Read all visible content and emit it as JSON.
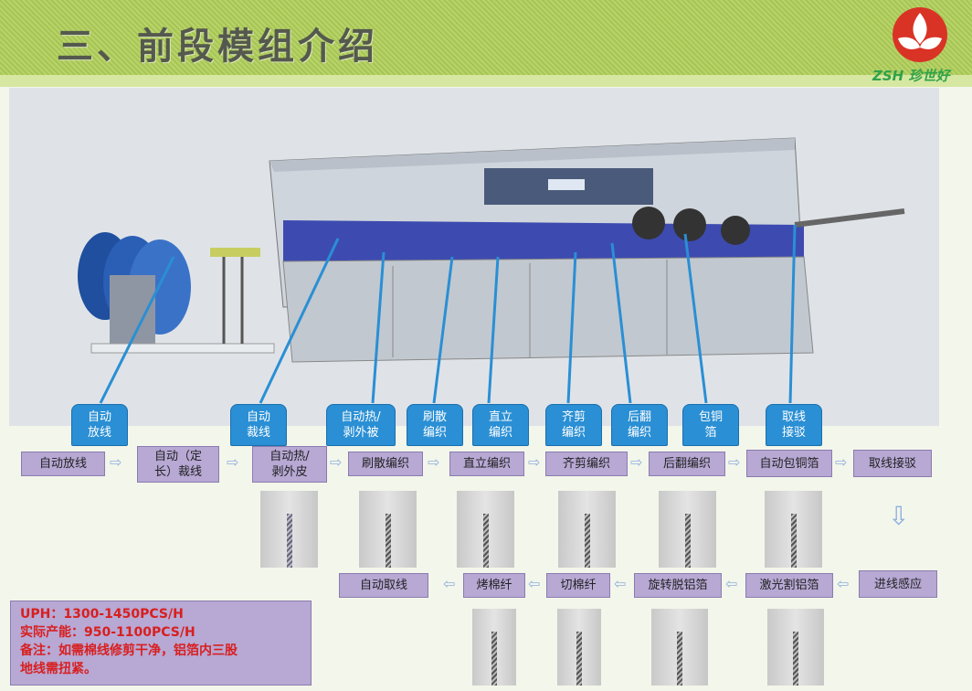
{
  "slide": {
    "title": "三、前段模组介绍",
    "logo_text": "ZSH 珍世好"
  },
  "callouts": [
    {
      "label": "自动\n放线"
    },
    {
      "label": "自动\n裁线"
    },
    {
      "label": "自动热/\n剥外被"
    },
    {
      "label": "刷散\n编织"
    },
    {
      "label": "直立\n编织"
    },
    {
      "label": "齐剪\n编织"
    },
    {
      "label": "后翻\n编织"
    },
    {
      "label": "包铜\n箔"
    },
    {
      "label": "取线\n接驳"
    }
  ],
  "process_row1": [
    {
      "label": "自动放线"
    },
    {
      "label": "自动（定\n长）裁线"
    },
    {
      "label": "自动热/\n剥外皮"
    },
    {
      "label": "刷散编织"
    },
    {
      "label": "直立编织"
    },
    {
      "label": "齐剪编织"
    },
    {
      "label": "后翻编织"
    },
    {
      "label": "自动包铜箔"
    },
    {
      "label": "取线接驳"
    }
  ],
  "process_row2": [
    {
      "label": "自动取线"
    },
    {
      "label": "烤棉纤"
    },
    {
      "label": "切棉纤"
    },
    {
      "label": "旋转脱铝箔"
    },
    {
      "label": "激光割铝箔"
    },
    {
      "label": "进线感应"
    }
  ],
  "info_box": {
    "line1": "UPH：1300-1450PCS/H",
    "line2": "实际产能：950-1100PCS/H",
    "line3": "备注：如需棉线修剪干净，铝箔内三股",
    "line4": "地线需扭紧。"
  },
  "colors": {
    "callout": "#2a8fd4",
    "step_box": "#b7a8d4",
    "info_text": "#d81f1f",
    "header": "#a6c554"
  },
  "icons": {
    "arrow_right": "⇨",
    "arrow_left": "⇦",
    "arrow_down": "⇩"
  }
}
